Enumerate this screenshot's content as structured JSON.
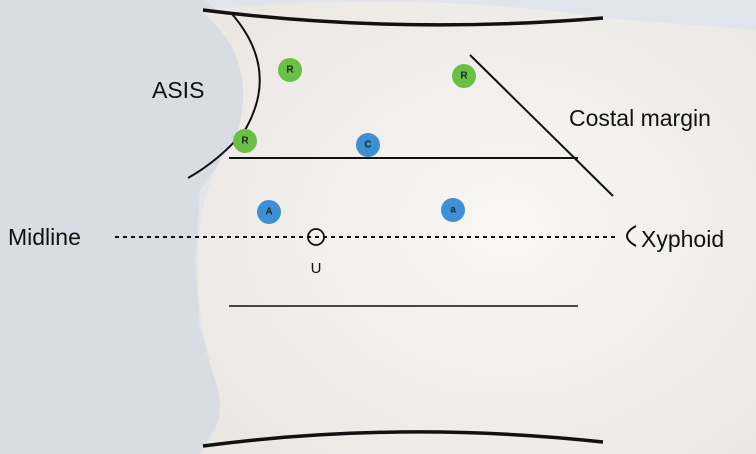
{
  "labels": {
    "asis": "ASIS",
    "costal_margin": "Costal margin",
    "midline": "Midline",
    "xyphoid": "Xyphoid",
    "umbilicus": "U"
  },
  "ports": [
    {
      "letter": "R",
      "kind": "robotic"
    },
    {
      "letter": "R",
      "kind": "robotic"
    },
    {
      "letter": "R",
      "kind": "robotic"
    },
    {
      "letter": "C",
      "kind": "camera"
    },
    {
      "letter": "A",
      "kind": "assistant"
    },
    {
      "letter": "a",
      "kind": "assistant"
    }
  ],
  "colors": {
    "robotic": "#6abf45",
    "camera": "#3d8fd6",
    "assistant": "#3d8fd6",
    "skin": "#f3f1ee",
    "drape": "#dfe2e8",
    "line": "#111111"
  }
}
